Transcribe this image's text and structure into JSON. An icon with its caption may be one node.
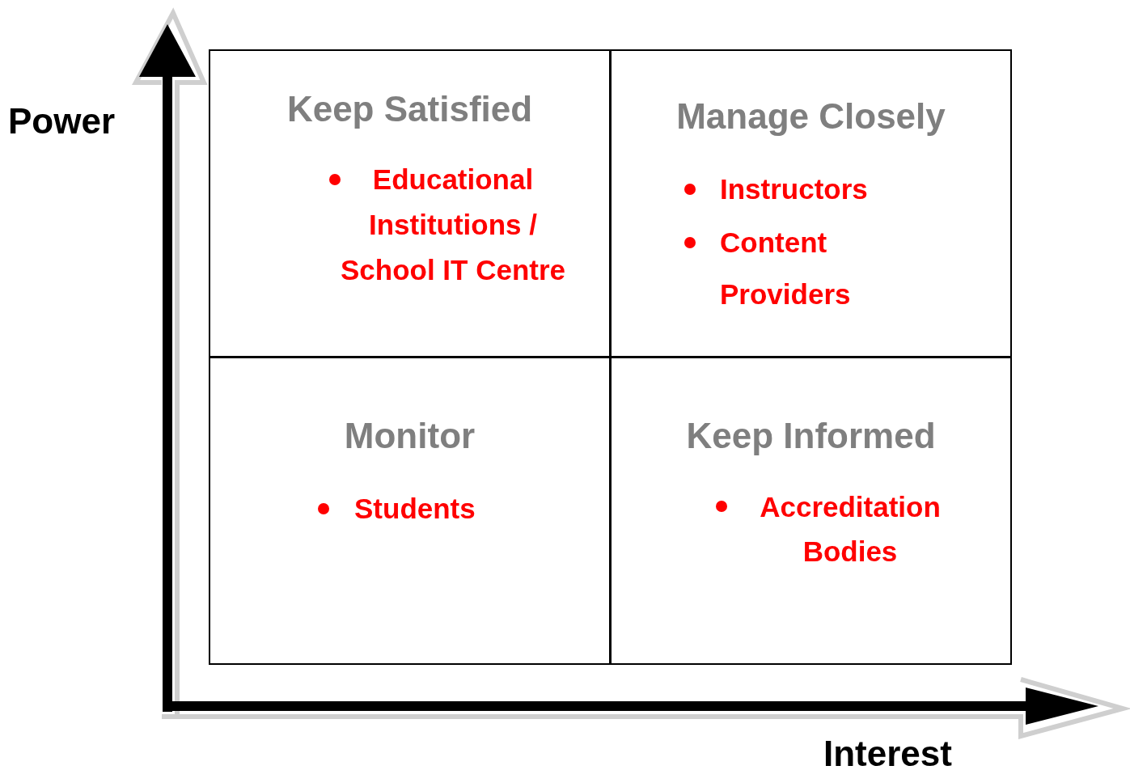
{
  "diagram": {
    "nodes": [
      {
        "text": [
          "Keep Satisfied",
          "Educational Institutions / School IT Centre"
        ]
      },
      {
        "text": [
          "Manage Closely",
          "Instructors",
          "Content Providers"
        ]
      },
      {
        "text": [
          "Monitor",
          "Students"
        ]
      },
      {
        "text": [
          "Keep Informed",
          "Accreditation Bodies"
        ]
      }
    ],
    "labels": [
      "Power",
      "Interest"
    ]
  }
}
